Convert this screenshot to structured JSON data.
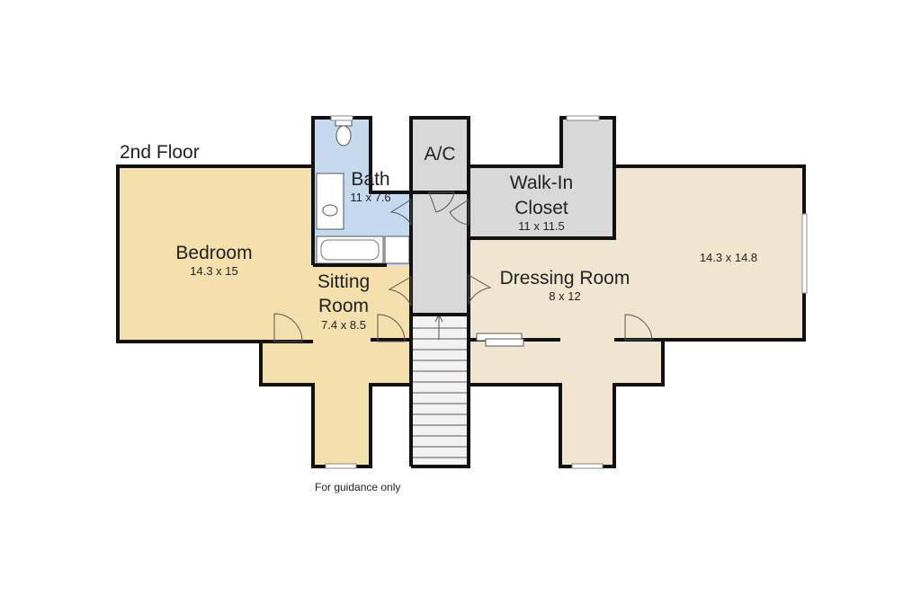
{
  "floor_label": "2nd Floor",
  "footer_note": "For guidance only",
  "colors": {
    "bedroom": "#f3e0ad",
    "bath": "#c5d9ef",
    "hall": "#d8d8d8",
    "dressing": "#f0e6cf",
    "wall": "#111111"
  },
  "rooms": {
    "bedroom": {
      "name": "Bedroom",
      "size": "14.3 x 15"
    },
    "bath": {
      "name": "Bath",
      "size": "11 x 7.6"
    },
    "ac": {
      "name": "A/C"
    },
    "walkin_line1": "Walk-In",
    "walkin_line2": "Closet",
    "walkin_size": "11 x 11.5",
    "sitting_line1": "Sitting",
    "sitting_line2": "Room",
    "sitting_size": "7.4 x 8.5",
    "dressing": {
      "name": "Dressing Room",
      "size": "8 x 12"
    },
    "east_size": "14.3 x 14.8"
  }
}
